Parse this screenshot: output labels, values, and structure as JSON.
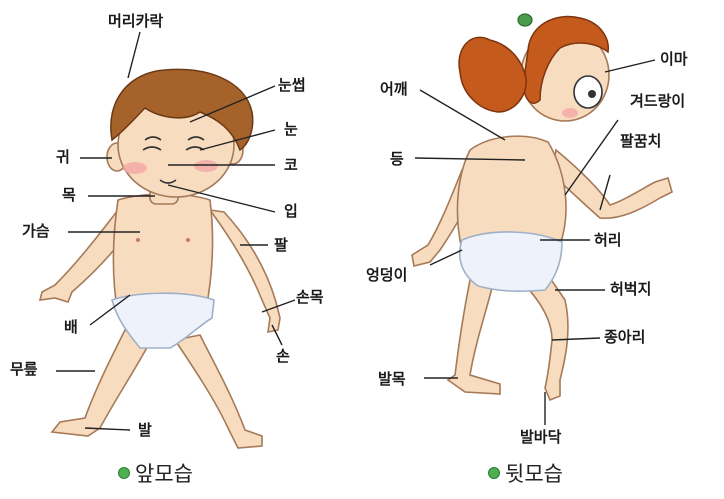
{
  "front": {
    "caption": "앞모습",
    "labels": {
      "hair": "머리카락",
      "eyebrow": "눈썹",
      "eye": "눈",
      "ear": "귀",
      "nose": "코",
      "neck": "목",
      "mouth": "입",
      "chest": "가슴",
      "arm": "팔",
      "wrist": "손목",
      "belly": "배",
      "hand": "손",
      "knee": "무릎",
      "foot": "발"
    }
  },
  "back": {
    "caption": "뒷모습",
    "labels": {
      "shoulder": "어깨",
      "forehead": "이마",
      "armpit": "겨드랑이",
      "elbow": "팔꿈치",
      "back": "등",
      "waist": "허리",
      "buttocks": "엉덩이",
      "thigh": "허벅지",
      "calf": "종아리",
      "ankle": "발목",
      "sole": "발바닥"
    }
  },
  "colors": {
    "skin": "#f8dcc0",
    "skin_outline": "#a57a58",
    "hair_front": "#a5622a",
    "hair_back": "#c45a1c",
    "underwear": "#eef3fb",
    "cheek": "#f4a6a6",
    "line": "#222222",
    "bullet": "#4caf50"
  }
}
